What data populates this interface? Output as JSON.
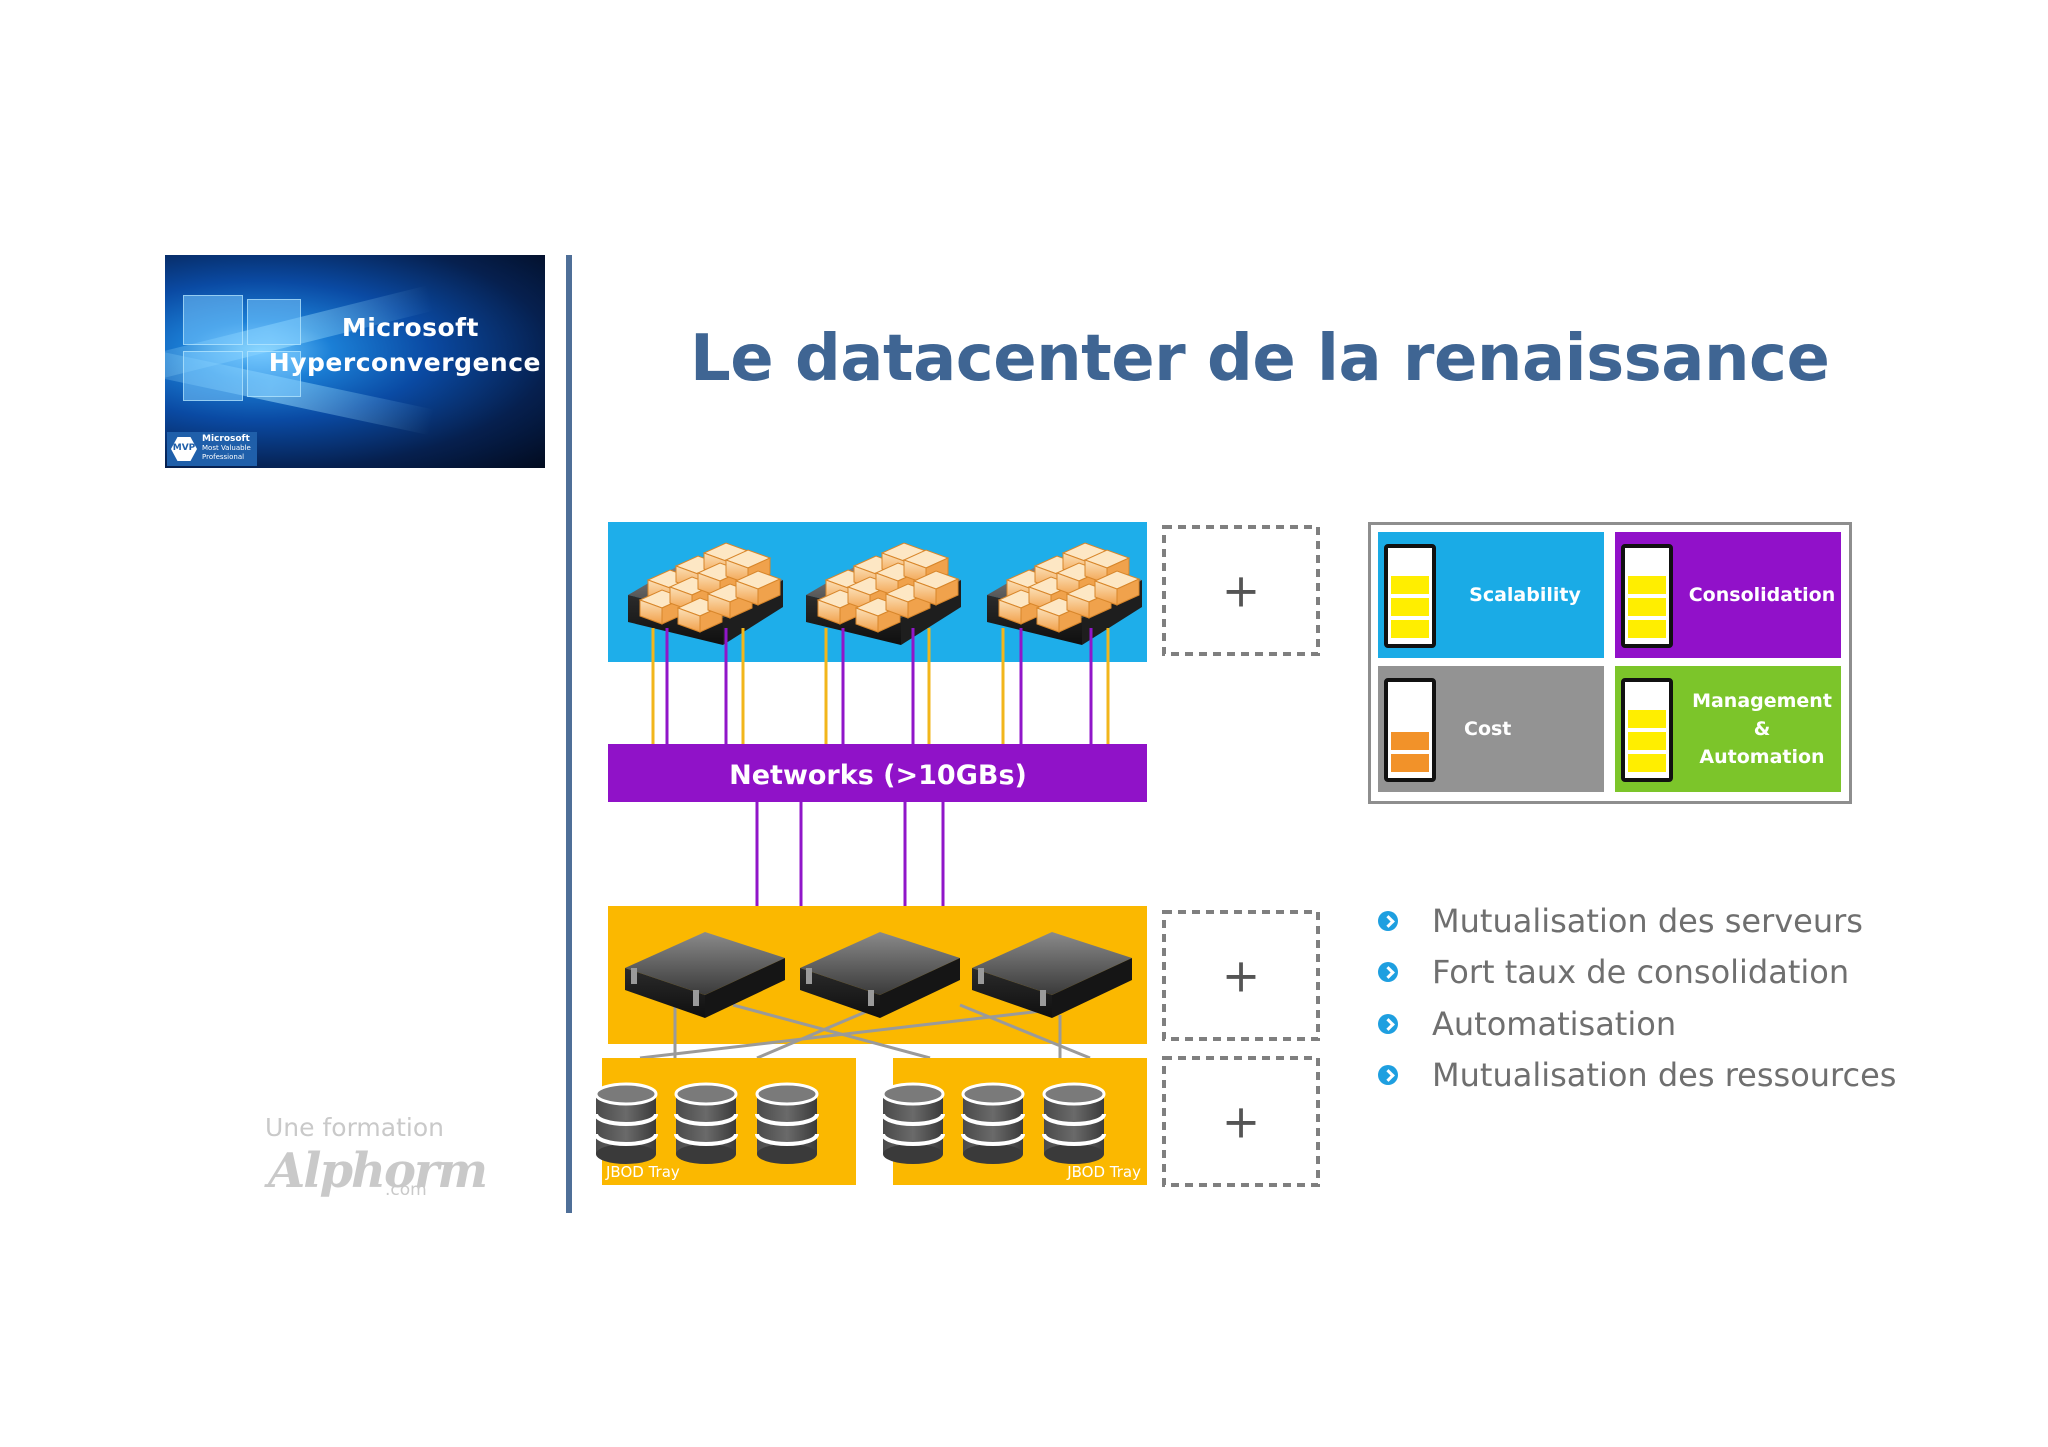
{
  "logo": {
    "line1": "Microsoft",
    "line2": "Hyperconvergence",
    "badge_mark": "MVP",
    "badge_brand": "Microsoft",
    "badge_line1": "Most Valuable",
    "badge_line2": "Professional"
  },
  "title": "Le datacenter de la renaissance",
  "diagram": {
    "network_label": "Networks (>10GBs)",
    "jbod_label": "JBOD Tray",
    "expand_symbol": "+",
    "colors": {
      "compute_tier": "#1eaeea",
      "network_bar": "#9012c8",
      "storage_tier": "#fbb800",
      "link_gold": "#f2b61b",
      "link_purple": "#9016c9",
      "storage_link": "#9a9a9a",
      "placeholder_border": "#7f7f7f"
    }
  },
  "legend": {
    "tiles": [
      {
        "label": "Scalability",
        "color": "#1aabe6",
        "filled_cells": 3,
        "cell_color": "#ffee00"
      },
      {
        "label": "Consolidation",
        "color": "#9111c9",
        "filled_cells": 3,
        "cell_color": "#ffee00"
      },
      {
        "label": "Cost",
        "color": "#939393",
        "filled_cells": 2,
        "cell_color": "#f29229"
      },
      {
        "label_lines": [
          "Management",
          "&",
          "Automation"
        ],
        "color": "#7cc52a",
        "filled_cells": 3,
        "cell_color": "#ffee00"
      }
    ]
  },
  "bullets": [
    "Mutualisation des serveurs",
    "Fort taux de consolidation",
    "Automatisation",
    "Mutualisation des ressources"
  ],
  "footer": {
    "caption": "Une formation",
    "brand": "Alphorm",
    "suffix": ".com"
  }
}
